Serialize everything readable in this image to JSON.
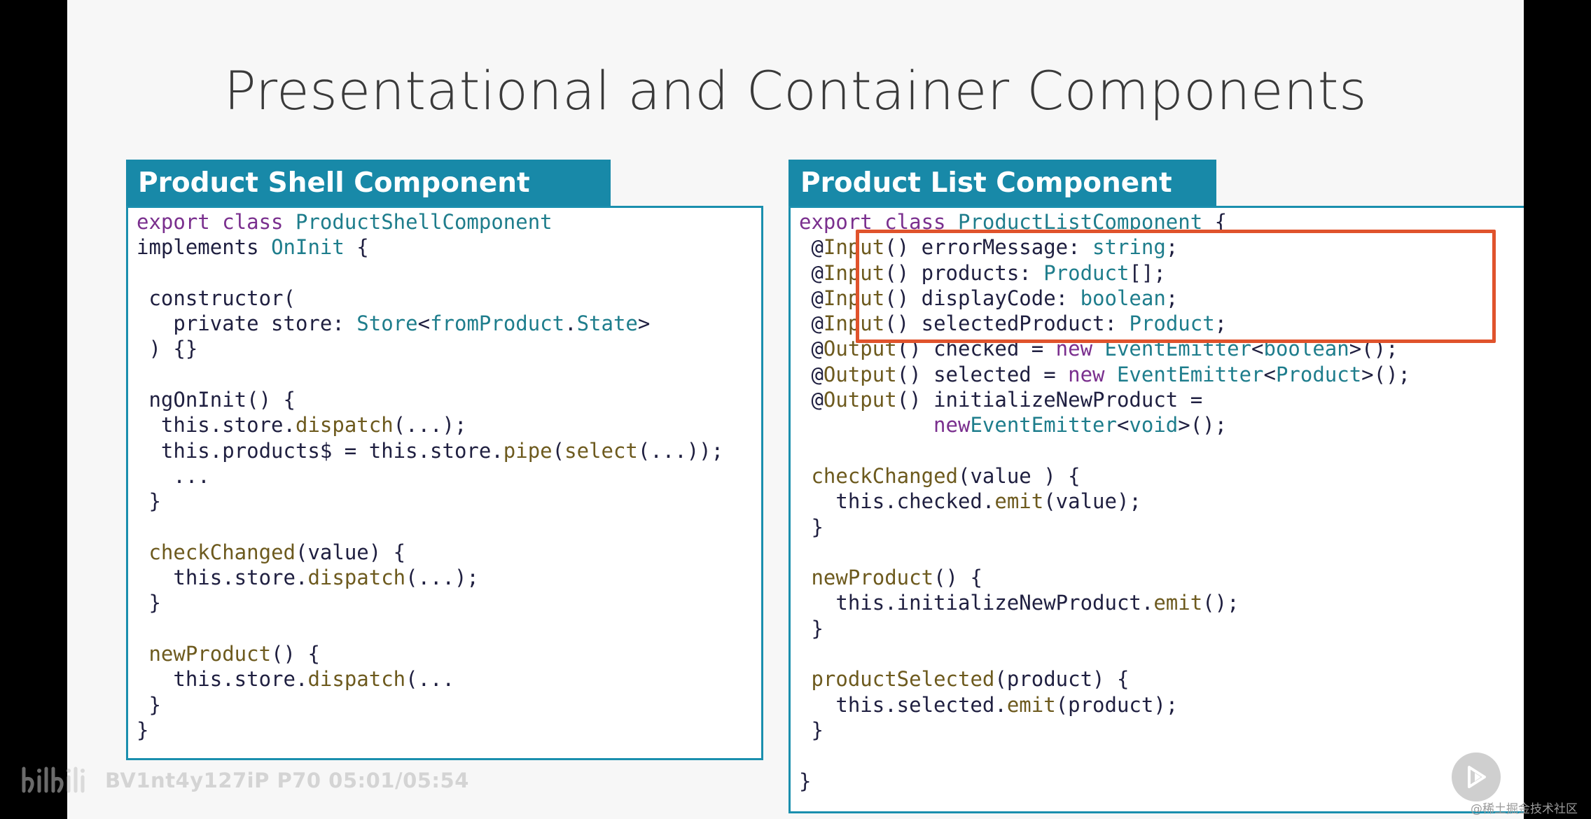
{
  "slide": {
    "title": "Presentational and Container Components"
  },
  "left_panel": {
    "tab_label": "Product Shell Component",
    "code_lines": [
      [
        {
          "t": "export ",
          "c": "kw"
        },
        {
          "t": "class ",
          "c": "kw"
        },
        {
          "t": "ProductShellComponent",
          "c": "ty"
        }
      ],
      [
        {
          "t": "implements ",
          "c": "de"
        },
        {
          "t": "OnInit",
          "c": "ty"
        },
        {
          "t": " {",
          "c": "de"
        }
      ],
      [
        {
          "t": "",
          "c": "de"
        }
      ],
      [
        {
          "t": " constructor(",
          "c": "de"
        }
      ],
      [
        {
          "t": "   private store: ",
          "c": "de"
        },
        {
          "t": "Store",
          "c": "ty"
        },
        {
          "t": "<",
          "c": "de"
        },
        {
          "t": "fromProduct",
          "c": "ty"
        },
        {
          "t": ".",
          "c": "de"
        },
        {
          "t": "State",
          "c": "ty"
        },
        {
          "t": ">",
          "c": "de"
        }
      ],
      [
        {
          "t": " ) {}",
          "c": "de"
        }
      ],
      [
        {
          "t": "",
          "c": "de"
        }
      ],
      [
        {
          "t": " ngOnInit() {",
          "c": "de"
        }
      ],
      [
        {
          "t": "  this.store.",
          "c": "de"
        },
        {
          "t": "dispatch",
          "c": "fn"
        },
        {
          "t": "(...);",
          "c": "de"
        }
      ],
      [
        {
          "t": "  this.products$ = this.store.",
          "c": "de"
        },
        {
          "t": "pipe",
          "c": "fn"
        },
        {
          "t": "(",
          "c": "de"
        },
        {
          "t": "select",
          "c": "fn"
        },
        {
          "t": "(...));",
          "c": "de"
        }
      ],
      [
        {
          "t": "   ...",
          "c": "de"
        }
      ],
      [
        {
          "t": " }",
          "c": "de"
        }
      ],
      [
        {
          "t": "",
          "c": "de"
        }
      ],
      [
        {
          "t": " ",
          "c": "de"
        },
        {
          "t": "checkChanged",
          "c": "fn"
        },
        {
          "t": "(value) {",
          "c": "de"
        }
      ],
      [
        {
          "t": "   this.store.",
          "c": "de"
        },
        {
          "t": "dispatch",
          "c": "fn"
        },
        {
          "t": "(...);",
          "c": "de"
        }
      ],
      [
        {
          "t": " }",
          "c": "de"
        }
      ],
      [
        {
          "t": "",
          "c": "de"
        }
      ],
      [
        {
          "t": " ",
          "c": "de"
        },
        {
          "t": "newProduct",
          "c": "fn"
        },
        {
          "t": "() {",
          "c": "de"
        }
      ],
      [
        {
          "t": "   this.store.",
          "c": "de"
        },
        {
          "t": "dispatch",
          "c": "fn"
        },
        {
          "t": "(...",
          "c": "de"
        }
      ],
      [
        {
          "t": " }",
          "c": "de"
        }
      ],
      [
        {
          "t": "}",
          "c": "de"
        }
      ]
    ]
  },
  "right_panel": {
    "tab_label": "Product List Component",
    "code_lines": [
      [
        {
          "t": "export ",
          "c": "kw"
        },
        {
          "t": "class ",
          "c": "kw"
        },
        {
          "t": "ProductListComponent",
          "c": "ty"
        },
        {
          "t": " {",
          "c": "de"
        }
      ],
      [
        {
          "t": " @",
          "c": "de"
        },
        {
          "t": "Input",
          "c": "fn"
        },
        {
          "t": "() errorMessage: ",
          "c": "de"
        },
        {
          "t": "string",
          "c": "ty"
        },
        {
          "t": ";",
          "c": "de"
        }
      ],
      [
        {
          "t": " @",
          "c": "de"
        },
        {
          "t": "Input",
          "c": "fn"
        },
        {
          "t": "() products: ",
          "c": "de"
        },
        {
          "t": "Product",
          "c": "ty"
        },
        {
          "t": "[];",
          "c": "de"
        }
      ],
      [
        {
          "t": " @",
          "c": "de"
        },
        {
          "t": "Input",
          "c": "fn"
        },
        {
          "t": "() displayCode: ",
          "c": "de"
        },
        {
          "t": "boolean",
          "c": "ty"
        },
        {
          "t": ";",
          "c": "de"
        }
      ],
      [
        {
          "t": " @",
          "c": "de"
        },
        {
          "t": "Input",
          "c": "fn"
        },
        {
          "t": "() selectedProduct: ",
          "c": "de"
        },
        {
          "t": "Product",
          "c": "ty"
        },
        {
          "t": ";",
          "c": "de"
        }
      ],
      [
        {
          "t": " @",
          "c": "de"
        },
        {
          "t": "Output",
          "c": "fn"
        },
        {
          "t": "() checked = ",
          "c": "de"
        },
        {
          "t": "new ",
          "c": "kw"
        },
        {
          "t": "EventEmitter",
          "c": "ty"
        },
        {
          "t": "<",
          "c": "de"
        },
        {
          "t": "boolean",
          "c": "ty"
        },
        {
          "t": ">();",
          "c": "de"
        }
      ],
      [
        {
          "t": " @",
          "c": "de"
        },
        {
          "t": "Output",
          "c": "fn"
        },
        {
          "t": "() selected = ",
          "c": "de"
        },
        {
          "t": "new ",
          "c": "kw"
        },
        {
          "t": "EventEmitter",
          "c": "ty"
        },
        {
          "t": "<",
          "c": "de"
        },
        {
          "t": "Product",
          "c": "ty"
        },
        {
          "t": ">();",
          "c": "de"
        }
      ],
      [
        {
          "t": " @",
          "c": "de"
        },
        {
          "t": "Output",
          "c": "fn"
        },
        {
          "t": "() initializeNewProduct =",
          "c": "de"
        }
      ],
      [
        {
          "t": "           new",
          "c": "kw"
        },
        {
          "t": "EventEmitter",
          "c": "ty"
        },
        {
          "t": "<",
          "c": "de"
        },
        {
          "t": "void",
          "c": "ty"
        },
        {
          "t": ">();",
          "c": "de"
        }
      ],
      [
        {
          "t": "",
          "c": "de"
        }
      ],
      [
        {
          "t": " ",
          "c": "de"
        },
        {
          "t": "checkChanged",
          "c": "fn"
        },
        {
          "t": "(value ) {",
          "c": "de"
        }
      ],
      [
        {
          "t": "   this.checked.",
          "c": "de"
        },
        {
          "t": "emit",
          "c": "fn"
        },
        {
          "t": "(value);",
          "c": "de"
        }
      ],
      [
        {
          "t": " }",
          "c": "de"
        }
      ],
      [
        {
          "t": "",
          "c": "de"
        }
      ],
      [
        {
          "t": " ",
          "c": "de"
        },
        {
          "t": "newProduct",
          "c": "fn"
        },
        {
          "t": "() {",
          "c": "de"
        }
      ],
      [
        {
          "t": "   this.initializeNewProduct.",
          "c": "de"
        },
        {
          "t": "emit",
          "c": "fn"
        },
        {
          "t": "();",
          "c": "de"
        }
      ],
      [
        {
          "t": " }",
          "c": "de"
        }
      ],
      [
        {
          "t": "",
          "c": "de"
        }
      ],
      [
        {
          "t": " ",
          "c": "de"
        },
        {
          "t": "productSelected",
          "c": "fn"
        },
        {
          "t": "(product) {",
          "c": "de"
        }
      ],
      [
        {
          "t": "   this.selected.",
          "c": "de"
        },
        {
          "t": "emit",
          "c": "fn"
        },
        {
          "t": "(product);",
          "c": "de"
        }
      ],
      [
        {
          "t": " }",
          "c": "de"
        }
      ],
      [
        {
          "t": "",
          "c": "de"
        }
      ],
      [
        {
          "t": "}",
          "c": "de"
        }
      ]
    ]
  },
  "overlay": {
    "watermark_text": "BV1nt4y127iP P70 05:01/05:54",
    "watermark_logo": "bilibili-logo-icon",
    "play_badge_icon": "pluralsight-play-icon",
    "corner_credit": "@稀土掘金技术社区"
  },
  "colors": {
    "tab_background": "#1889a8",
    "panel_border": "#1a8fae",
    "highlight_border": "#e0532c",
    "keyword": "#7a2f8e",
    "type": "#1e7d8c",
    "function": "#6d5a1e"
  }
}
